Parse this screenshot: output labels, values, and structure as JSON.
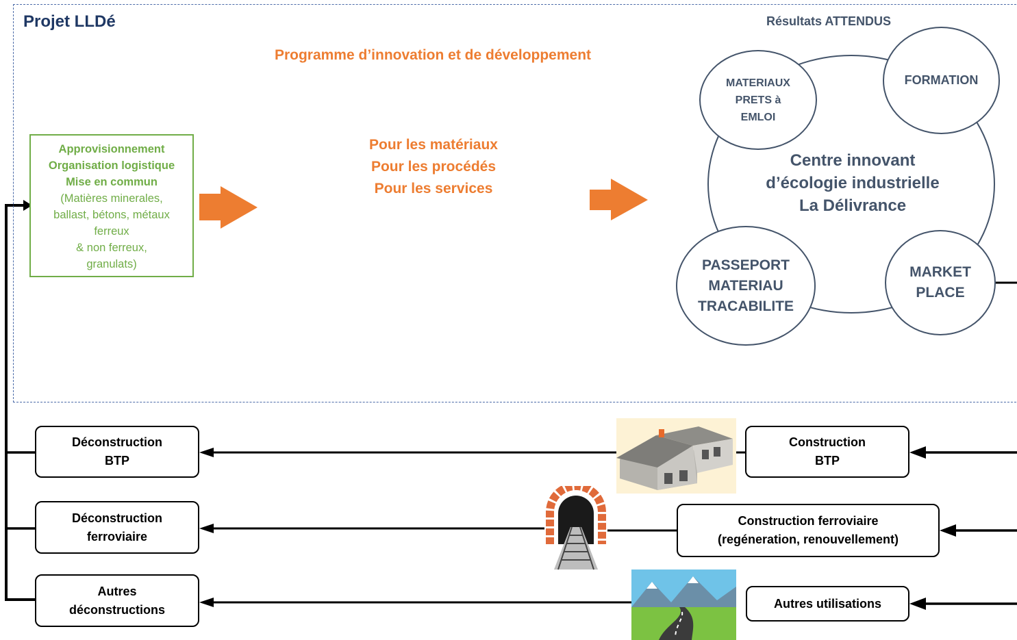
{
  "project": {
    "title": "Projet LLDé",
    "program_title": "Programme d’innovation et de développement",
    "pour_lines": [
      "Pour les matériaux",
      "Pour les procédés",
      "Pour les services"
    ]
  },
  "approvisionnement": {
    "bold_lines": [
      "Approvisionnement",
      "Organisation logistique",
      "Mise en commun"
    ],
    "detail_lines": [
      "(Matières minerales,",
      "ballast, bétons, métaux",
      "ferreux",
      "& non ferreux,",
      "granulats)"
    ]
  },
  "results": {
    "title": "Résultats ATTENDUS",
    "center_lines": [
      "Centre  innovant",
      "d’écologie industrielle",
      "La Délivrance"
    ],
    "circles": {
      "materiaux": [
        "MATERIAUX",
        "PRETS à",
        "EMLOI"
      ],
      "formation": [
        "FORMATION"
      ],
      "passeport": [
        "PASSEPORT",
        "MATERIAU",
        "TRACABILITE"
      ],
      "market": [
        "MARKET",
        "PLACE"
      ]
    }
  },
  "flows": {
    "deconstruction_btp": [
      "Déconstruction",
      "BTP"
    ],
    "deconstruction_ferroviaire": [
      "Déconstruction",
      "ferroviaire"
    ],
    "autres_deconstructions": [
      "Autres",
      "déconstructions"
    ],
    "construction_btp": [
      "Construction",
      "BTP"
    ],
    "construction_ferroviaire": [
      "Construction ferroviaire",
      "(regéneration, renouvellement)"
    ],
    "autres_utilisations": [
      "Autres utilisations"
    ]
  },
  "colors": {
    "orange": "#ed7d31",
    "green": "#70ad47",
    "navy": "#1f3864",
    "slate": "#44546a",
    "dashed_frame": "#4a6aa8"
  },
  "icons": [
    "house-illustration",
    "railway-tunnel-illustration",
    "road-landscape-illustration"
  ]
}
